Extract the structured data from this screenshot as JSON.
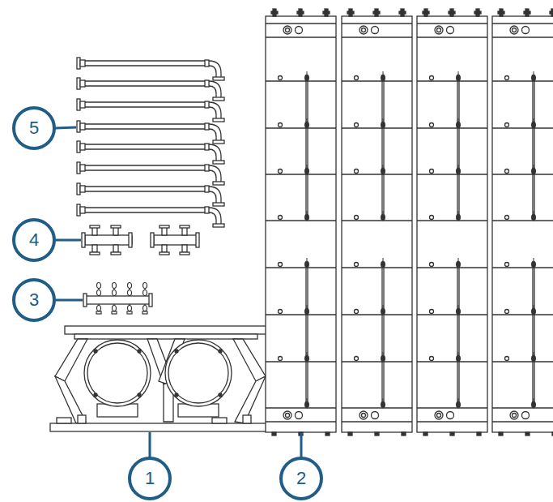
{
  "diagram": {
    "nodes": [
      {
        "text": [
          "5"
        ]
      },
      {
        "text": [
          "4"
        ]
      },
      {
        "text": [
          "3"
        ]
      },
      {
        "text": [
          "1"
        ]
      },
      {
        "text": [
          "2"
        ]
      }
    ]
  }
}
